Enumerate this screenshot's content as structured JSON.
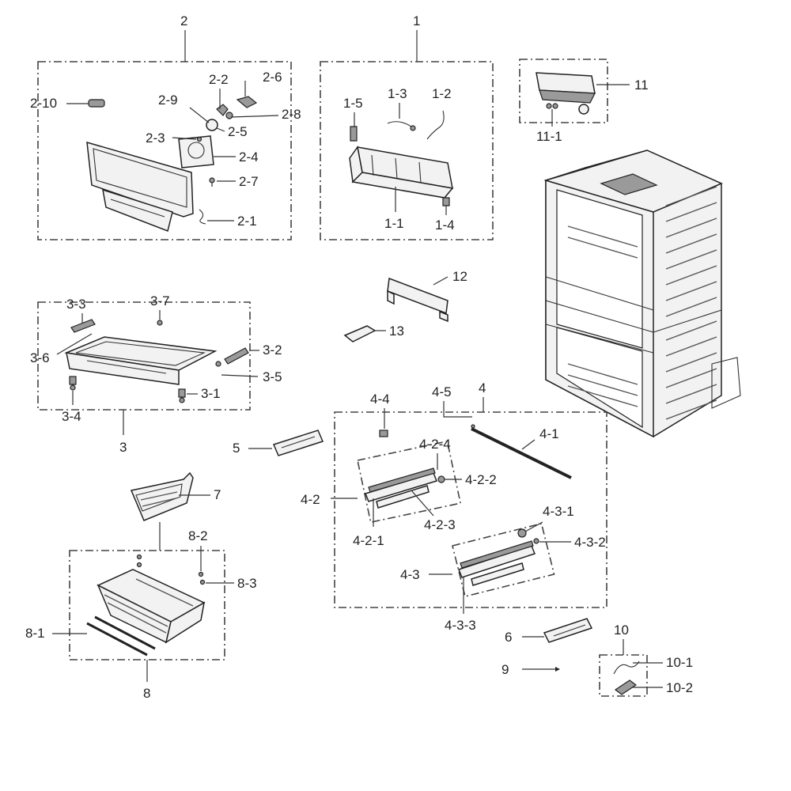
{
  "labels": {
    "g1": "1",
    "p1_1": "1-1",
    "p1_2": "1-2",
    "p1_3": "1-3",
    "p1_4": "1-4",
    "p1_5": "1-5",
    "g2": "2",
    "p2_1": "2-1",
    "p2_2": "2-2",
    "p2_3": "2-3",
    "p2_4": "2-4",
    "p2_5": "2-5",
    "p2_6": "2-6",
    "p2_7": "2-7",
    "p2_8": "2-8",
    "p2_9": "2-9",
    "p2_10": "2-10",
    "g3": "3",
    "p3_1": "3-1",
    "p3_2": "3-2",
    "p3_3": "3-3",
    "p3_4": "3-4",
    "p3_5": "3-5",
    "p3_6": "3-6",
    "p3_7": "3-7",
    "g4": "4",
    "p4_1": "4-1",
    "p4_2": "4-2",
    "p4_2_1": "4-2-1",
    "p4_2_2": "4-2-2",
    "p4_2_3": "4-2-3",
    "p4_2_4": "4-2-4",
    "p4_3": "4-3",
    "p4_3_1": "4-3-1",
    "p4_3_2": "4-3-2",
    "p4_3_3": "4-3-3",
    "p4_4": "4-4",
    "p4_5": "4-5",
    "p5": "5",
    "p6": "6",
    "p7": "7",
    "g8": "8",
    "p8_1": "8-1",
    "p8_2": "8-2",
    "p8_3": "8-3",
    "p9": "9",
    "g10": "10",
    "p10_1": "10-1",
    "p10_2": "10-2",
    "g11": "11",
    "p11_1": "11-1",
    "p12": "12",
    "p13": "13"
  },
  "icons": {
    "cabinet": "refrigerator-cabinet-icon",
    "drawer": "freezer-drawer-icon",
    "basket": "basket-icon",
    "rail": "slide-rail-icon"
  }
}
